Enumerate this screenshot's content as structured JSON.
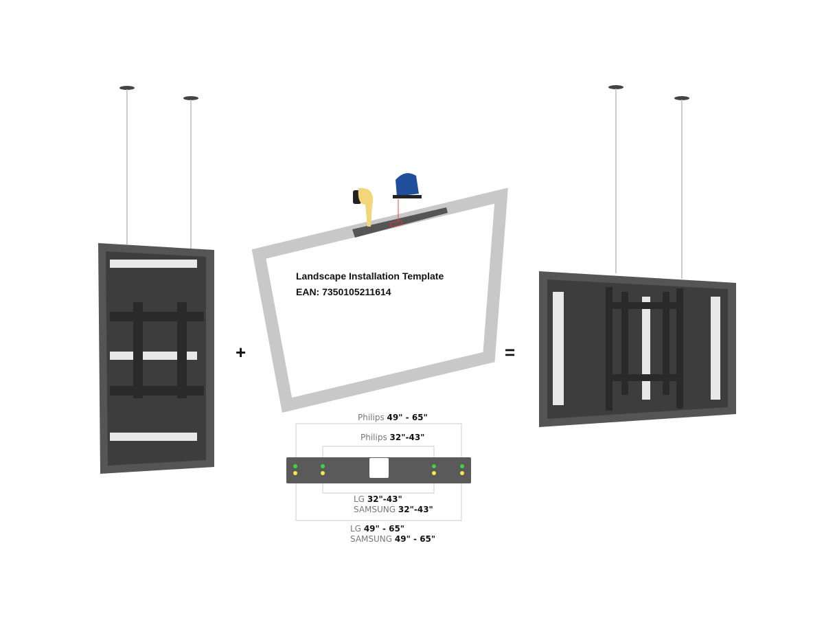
{
  "template": {
    "title": "Landscape Installation Template",
    "ean": "EAN: 7350105211614"
  },
  "operators": {
    "plus": "+",
    "equals": "="
  },
  "dimensions": {
    "philips_large": {
      "brand": "Philips",
      "size": "49\" - 65\""
    },
    "philips_small": {
      "brand": "Philips",
      "size": "32\"-43\""
    },
    "lg_small": {
      "brand": "LG",
      "size": "32\"-43\""
    },
    "samsung_small": {
      "brand": "SAMSUNG",
      "size": "32\"-43\""
    },
    "lg_large": {
      "brand": "LG",
      "size": "49\" - 65\""
    },
    "samsung_large": {
      "brand": "SAMSUNG",
      "size": "49\" - 65\""
    }
  },
  "colors": {
    "enclosure": "#4a4a4a",
    "frame": "#c8c8c8",
    "dot_green": "#3fd23f",
    "dot_yellow": "#f2e84a"
  }
}
